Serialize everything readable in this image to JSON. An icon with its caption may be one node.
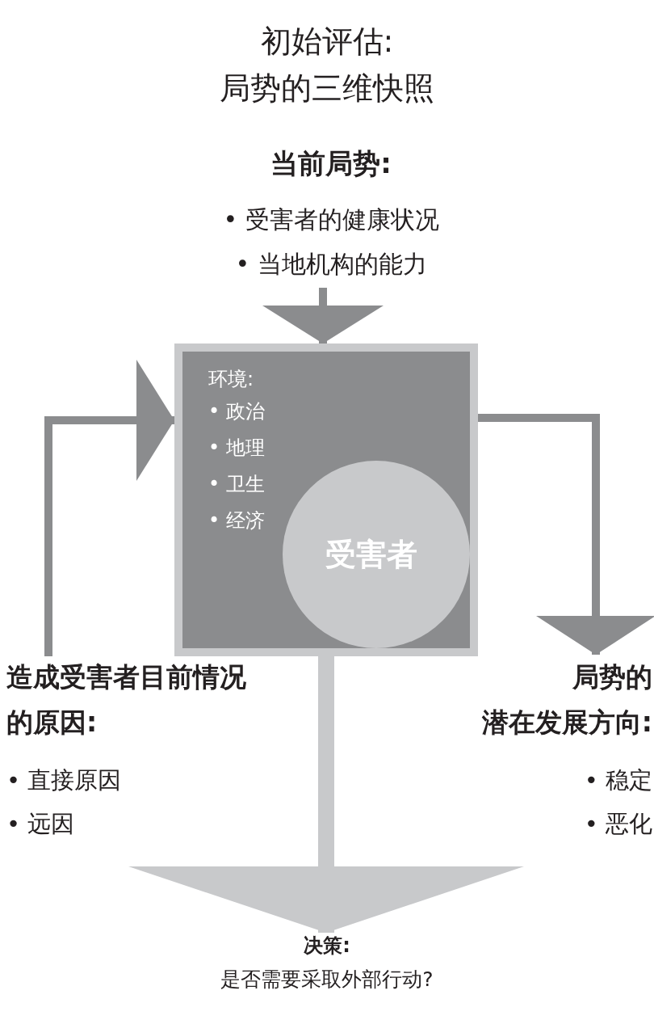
{
  "diagram": {
    "title": "初始评估:局势的三维快照",
    "nodes": [
      {
        "text": [
          "当前局势:",
          "• 受害者的健康状况",
          "• 当地机构的能力"
        ]
      },
      {
        "text": [
          "环境:",
          "• 政治",
          "• 地理",
          "• 卫生",
          "• 经济"
        ]
      },
      {
        "text": [
          "受害者"
        ],
        "in": 1
      },
      {
        "text": [
          "造成受害者目前情况的原因:",
          "• 直接原因",
          "• 远因"
        ]
      },
      {
        "text": [
          "局势的潜在发展方向:",
          "• 稳定",
          "• 恶化"
        ]
      },
      {
        "text": [
          "决策:",
          "是否需要采取外部行动?"
        ]
      }
    ],
    "edges": [
      {
        "from": 0,
        "to": 1,
        "arrow": "to"
      },
      {
        "from": 3,
        "to": 1,
        "arrow": "to"
      },
      {
        "from": 1,
        "to": 4,
        "arrow": "to"
      },
      {
        "from": 1,
        "to": 5,
        "arrow": "to",
        "style": "thick",
        "color": "#c8c9cb"
      }
    ]
  }
}
